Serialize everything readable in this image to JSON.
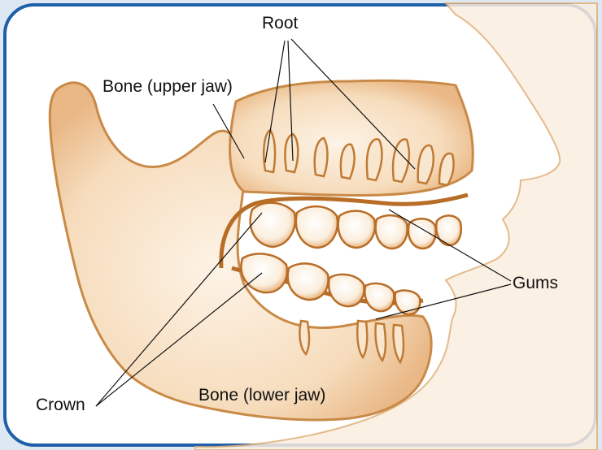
{
  "colors": {
    "frame_border": "#1f5fa9",
    "frame_fill": "#ffffff",
    "page_background": "#dde8f2",
    "anatomy_tone": "#d9a46a",
    "anatomy_shade": "#c07a33",
    "leader_line": "#111111"
  },
  "labels": {
    "root": "Root",
    "bone_upper_jaw": "Bone (upper jaw)",
    "gums": "Gums",
    "crown": "Crown",
    "bone_lower_jaw": "Bone (lower jaw)"
  }
}
